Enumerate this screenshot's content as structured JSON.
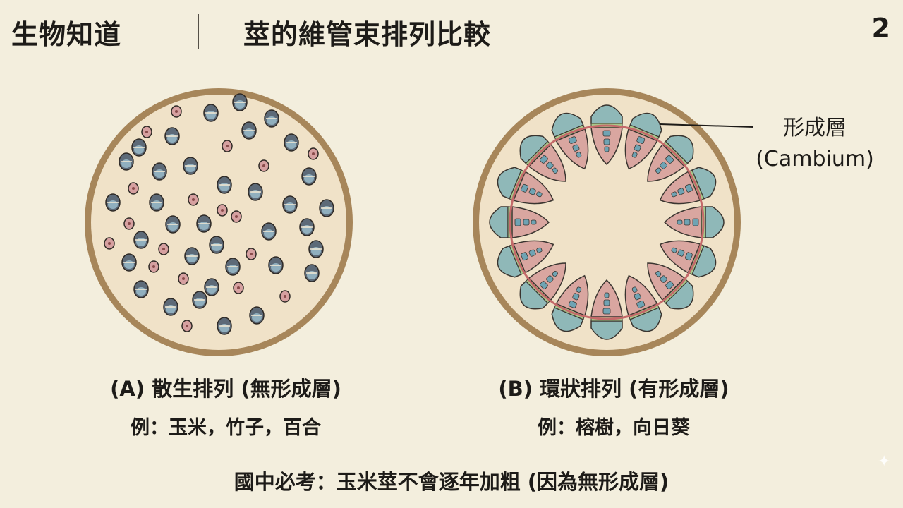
{
  "header": {
    "brand": "生物知道",
    "title": "莖的維管束排列比較",
    "page_number": "2"
  },
  "left_panel": {
    "title": "(A) 散生排列 (無形成層)",
    "example": "例：玉米，竹子，百合"
  },
  "right_panel": {
    "title": "(B) 環狀排列 (有形成層)",
    "example": "例：榕樹，向日葵",
    "callout_line1": "形成層",
    "callout_line2": "(Cambium)"
  },
  "footer": {
    "note": "國中必考：玉米莖不會逐年加粗 (因為無形成層)"
  },
  "colors": {
    "background": "#f3eedd",
    "stem_fill": "#f0e2c8",
    "stem_rim": "#8c6a40",
    "xylem": "#d9a6a0",
    "phloem": "#8fb8b8",
    "cambium": "#a8c88a",
    "cambium_ring": "#c46a6a",
    "bundle_outline": "#3a3530"
  }
}
